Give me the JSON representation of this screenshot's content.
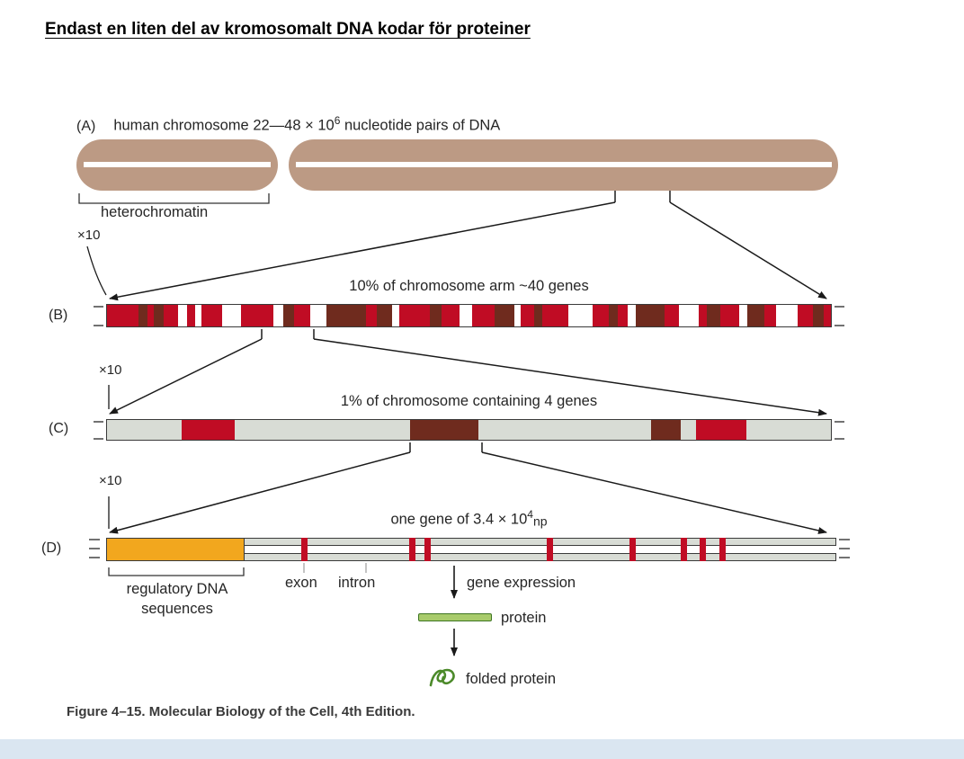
{
  "colors": {
    "chromosome": "#bc9a84",
    "red": "#c00c24",
    "dark": "#6f2b1e",
    "graybar": "#d8dcd5",
    "white": "#ffffff",
    "orange": "#f2a71e",
    "greenfill": "#a8cb6b",
    "greenstroke": "#3e7522",
    "squiggle": "#4c8a2a",
    "footer": "#dae6f1"
  },
  "title": {
    "text": "Endast en liten del av kromosomalt DNA kodar för proteiner"
  },
  "panelA": {
    "label": "(A)",
    "heading_pre": "human chromosome 22—48 × 10",
    "heading_sup": "6",
    "heading_post": " nucleotide pairs of DNA",
    "heterochromatin": "heterochromatin",
    "zoom": "×10"
  },
  "panelB": {
    "label": "(B)",
    "heading": "10% of chromosome arm ~40 genes",
    "zoom": "×10",
    "segments": [
      [
        "red",
        4.4
      ],
      [
        "dark",
        1.2
      ],
      [
        "red",
        0.9
      ],
      [
        "dark",
        1.4
      ],
      [
        "red",
        2.0
      ],
      [
        "white",
        1.2
      ],
      [
        "red",
        1.2
      ],
      [
        "white",
        0.9
      ],
      [
        "red",
        2.8
      ],
      [
        "white",
        2.6
      ],
      [
        "red",
        4.6
      ],
      [
        "white",
        1.3
      ],
      [
        "dark",
        1.5
      ],
      [
        "red",
        2.3
      ],
      [
        "white",
        2.2
      ],
      [
        "dark",
        5.6
      ],
      [
        "red",
        1.5
      ],
      [
        "dark",
        2.1
      ],
      [
        "white",
        1.0
      ],
      [
        "red",
        4.2
      ],
      [
        "dark",
        1.7
      ],
      [
        "red",
        2.5
      ],
      [
        "white",
        1.7
      ],
      [
        "red",
        3.2
      ],
      [
        "dark",
        2.7
      ],
      [
        "white",
        0.9
      ],
      [
        "red",
        1.9
      ],
      [
        "dark",
        1.1
      ],
      [
        "red",
        3.6
      ],
      [
        "white",
        3.4
      ],
      [
        "red",
        2.3
      ],
      [
        "dark",
        1.2
      ],
      [
        "red",
        1.4
      ],
      [
        "white",
        1.1
      ],
      [
        "dark",
        4.0
      ],
      [
        "red",
        2.1
      ],
      [
        "white",
        2.7
      ],
      [
        "red",
        1.1
      ],
      [
        "dark",
        1.9
      ],
      [
        "red",
        2.6
      ],
      [
        "white",
        1.2
      ],
      [
        "dark",
        2.3
      ],
      [
        "red",
        1.7
      ],
      [
        "white",
        3.0
      ],
      [
        "red",
        2.1
      ],
      [
        "dark",
        1.5
      ],
      [
        "red",
        1.0
      ]
    ]
  },
  "panelC": {
    "label": "(C)",
    "heading": "1% of chromosome containing 4 genes",
    "zoom": "×10",
    "segments": [
      [
        "graybar",
        10.3
      ],
      [
        "red",
        7.4
      ],
      [
        "graybar",
        24.2
      ],
      [
        "dark",
        9.4
      ],
      [
        "graybar",
        23.8
      ],
      [
        "dark",
        4.2
      ],
      [
        "graybar",
        2.1
      ],
      [
        "red",
        6.9
      ],
      [
        "graybar",
        11.7
      ]
    ]
  },
  "panelD": {
    "label": "(D)",
    "heading_pre": "one gene of 3.4 × 10",
    "heading_sup": "4",
    "heading_post": "np",
    "regulatory_label_1": "regulatory DNA",
    "regulatory_label_2": "sequences",
    "regulatory_region_pct": 19,
    "exons": [
      26.7,
      41.5,
      43.6,
      60.3,
      71.7,
      78.7,
      81.3,
      84.0
    ],
    "exon_label": "exon",
    "intron_label": "intron",
    "gene_expression_label": "gene expression",
    "protein_label": "protein",
    "folded_protein_label": "folded protein"
  },
  "caption": {
    "text": "Figure 4–15. Molecular Biology of the Cell, 4th Edition."
  }
}
